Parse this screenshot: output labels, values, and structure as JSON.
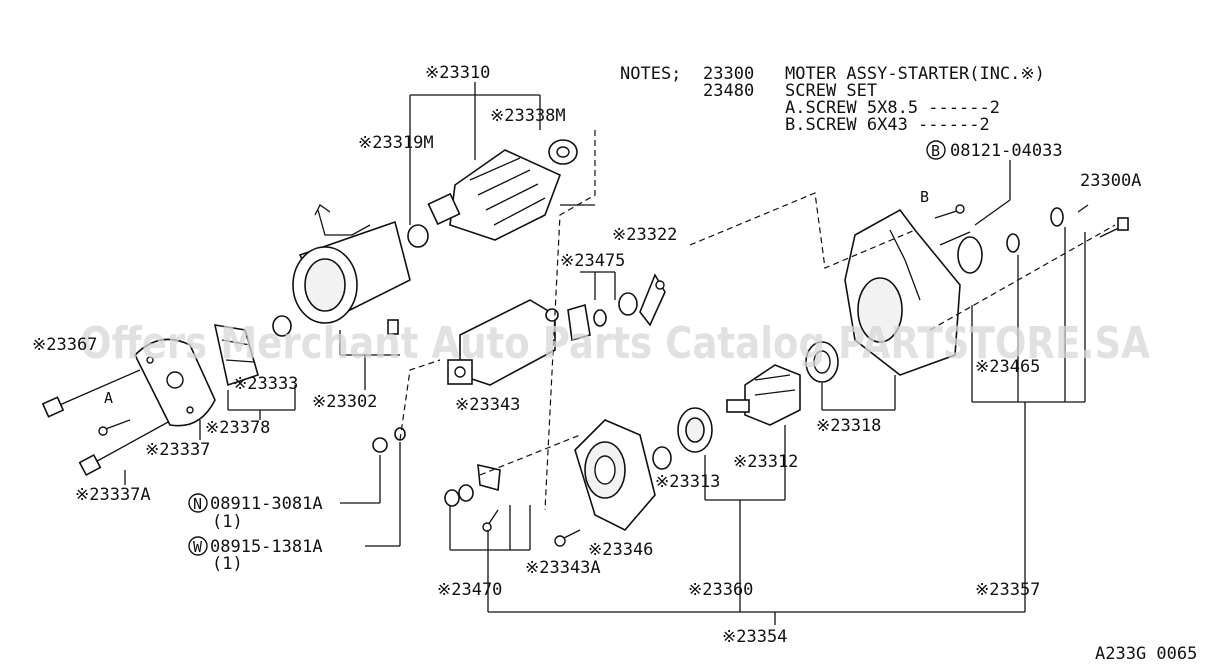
{
  "watermark": "Offers Merchant Auto Parts Catalog PARTSTORE.SA",
  "diagram_code": "A233G 0065",
  "notes": {
    "heading": "NOTES;",
    "line1_part": "23300",
    "line1_desc": "MOTER ASSY-STARTER(INC.※)",
    "line2_part": "23480",
    "line2_desc": "SCREW SET",
    "line3": "A.SCREW 5X8.5  ------2",
    "line4": "B.SCREW 6X43  ------2"
  },
  "callouts": {
    "p23310": "※23310",
    "p23338M": "※23338M",
    "p23319M": "※23319M",
    "b08121": "08121-04033",
    "b_mark": "B",
    "p23300A": "23300A",
    "p23322": "※23322",
    "p23475": "※23475",
    "p23367": "※23367",
    "p23333": "※23333",
    "p23302": "※23302",
    "p23343": "※23343",
    "p23465": "※23465",
    "p23378": "※23378",
    "p23337": "※23337",
    "p23318": "※23318",
    "p23312": "※23312",
    "p23337A": "※23337A",
    "p23313": "※23313",
    "n08911": "08911-3081A",
    "n_mark": "N",
    "n_qty": "(1)",
    "p23346": "※23346",
    "w08915": "08915-1381A",
    "w_mark": "W",
    "w_qty": "(1)",
    "p23343A": "※23343A",
    "p23470": "※23470",
    "p23360": "※23360",
    "p23357": "※23357",
    "p23354": "※23354",
    "letter_a": "A",
    "letter_b": "B"
  }
}
